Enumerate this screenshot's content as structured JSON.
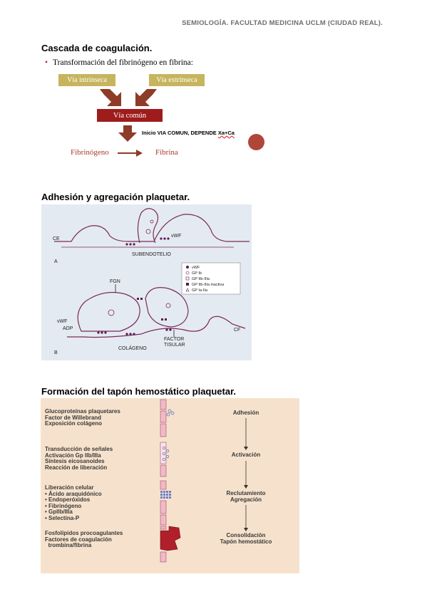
{
  "header": {
    "text": "SEMIOLOGÍA. FACULTAD MEDICINA UCLM (CIUDAD REAL)."
  },
  "section1": {
    "title": "Cascada de coagulación.",
    "bullet": "Transformación del fibrinógeno en fibrina:",
    "via_intrinseca": "Vía intrínseca",
    "via_extrinseca": "Vía extrínseca",
    "via_comun": "Vía común",
    "inicio_prefix": "Inicio VIA COMUN,  DEPENDE ",
    "inicio_xa": "Xa+Ca",
    "fibrinogeno": "Fibrinógeno",
    "fibrina": "Fibrina",
    "colors": {
      "tan": "#c6b55e",
      "dark_red": "#9e1c1c",
      "arrow": "#8e3b28",
      "dot": "#b0463a"
    }
  },
  "section2": {
    "title": "Adhesión y agregación plaquetar.",
    "labels": {
      "ce_left": "CE",
      "vwf_a": "vWF",
      "subendotelio": "SUBENDOTELIO",
      "panel_a": "A",
      "fgn": "FGN",
      "vwf_b": "vWF",
      "adp": "ADP",
      "cf": "CF",
      "factor": "FACTOR",
      "tisular": "TISULAR",
      "colageno": "COLÁGENO",
      "panel_b": "B"
    },
    "legend": [
      "vWF",
      "GP Ib",
      "GP IIb-IIIa",
      "GP IIb-IIIa inactiva",
      "GP Ia-IIa"
    ]
  },
  "section3": {
    "title": "Formación del tapón hemostático plaquetar.",
    "rows": [
      {
        "left": "Glucoproteínas plaquetares\nFactor de Willebrand\nExposición colágeno",
        "right": "Adhesión"
      },
      {
        "left": "Transducción de señales\nActivación Gp IIb/IIIa\nSíntesis eicosanoides\nReacción de liberación",
        "right": "Activación"
      },
      {
        "left": "Liberación celular\n• Ácido araquidónico\n• Endoperóxidos\n• Fibrinógeno\n• GpIIb/IIIa\n• Selectina-P",
        "right": "Reclutamiento\nAgregación"
      },
      {
        "left": "Fosfolípidos procoagulantes\nFactores de coagulación\n  trombina/fibrina",
        "right": "Consolidación\nTapón hemostático"
      }
    ]
  }
}
